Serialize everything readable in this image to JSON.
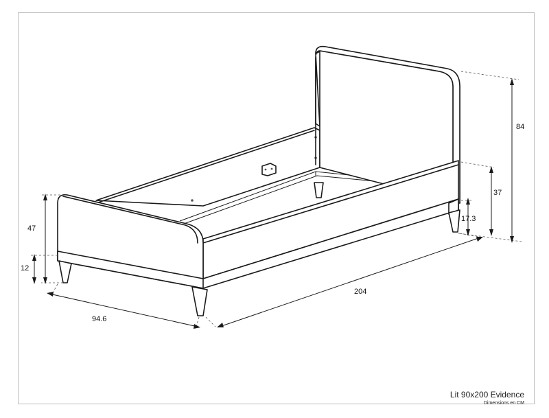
{
  "drawing": {
    "title": "Lit 90x200 Evidence",
    "subtitle": "Dimensions en CM"
  },
  "dimensions": {
    "headboard_height": "84",
    "footboard_height": "47",
    "side_rail_height": "37",
    "frame_height": "17.3",
    "leg_height": "12",
    "width": "94.6",
    "length": "204"
  }
}
